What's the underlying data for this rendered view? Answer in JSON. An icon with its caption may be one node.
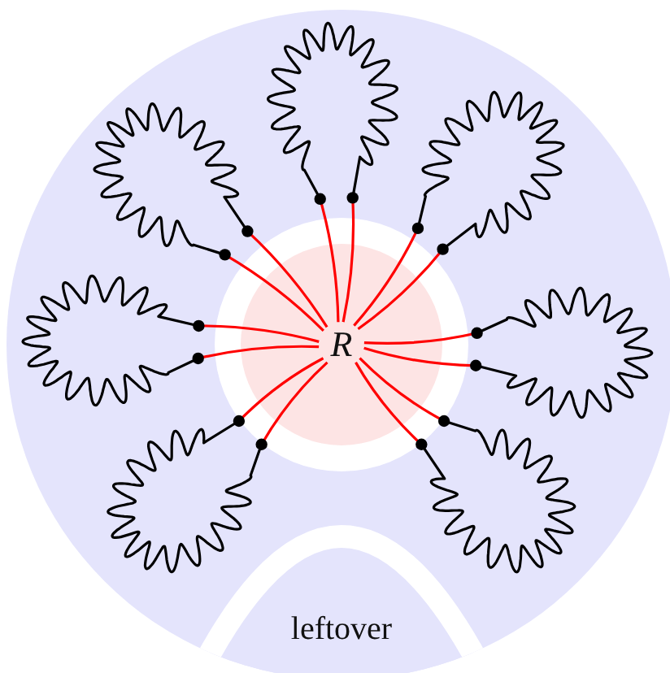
{
  "diagram": {
    "nodes": [
      {
        "text": [
          "R"
        ]
      },
      {
        "text": [],
        "shape": "cloud"
      },
      {
        "text": [],
        "shape": "cloud"
      },
      {
        "text": [],
        "shape": "cloud"
      },
      {
        "text": [],
        "shape": "cloud"
      },
      {
        "text": [],
        "shape": "cloud"
      },
      {
        "text": [],
        "shape": "cloud"
      },
      {
        "text": [],
        "shape": "cloud"
      },
      {
        "text": [
          "leftover"
        ]
      }
    ],
    "edges": [
      {
        "from": 0,
        "to": 1,
        "arrow": "other"
      },
      {
        "from": 0,
        "to": 1,
        "arrow": "other"
      },
      {
        "from": 0,
        "to": 2,
        "arrow": "other"
      },
      {
        "from": 0,
        "to": 2,
        "arrow": "other"
      },
      {
        "from": 0,
        "to": 3,
        "arrow": "other"
      },
      {
        "from": 0,
        "to": 3,
        "arrow": "other"
      },
      {
        "from": 0,
        "to": 4,
        "arrow": "other"
      },
      {
        "from": 0,
        "to": 4,
        "arrow": "other"
      },
      {
        "from": 0,
        "to": 5,
        "arrow": "other"
      },
      {
        "from": 0,
        "to": 5,
        "arrow": "other"
      },
      {
        "from": 0,
        "to": 6,
        "arrow": "other"
      },
      {
        "from": 0,
        "to": 6,
        "arrow": "other"
      },
      {
        "from": 0,
        "to": 7,
        "arrow": "other"
      },
      {
        "from": 0,
        "to": 7,
        "arrow": "other"
      }
    ]
  }
}
